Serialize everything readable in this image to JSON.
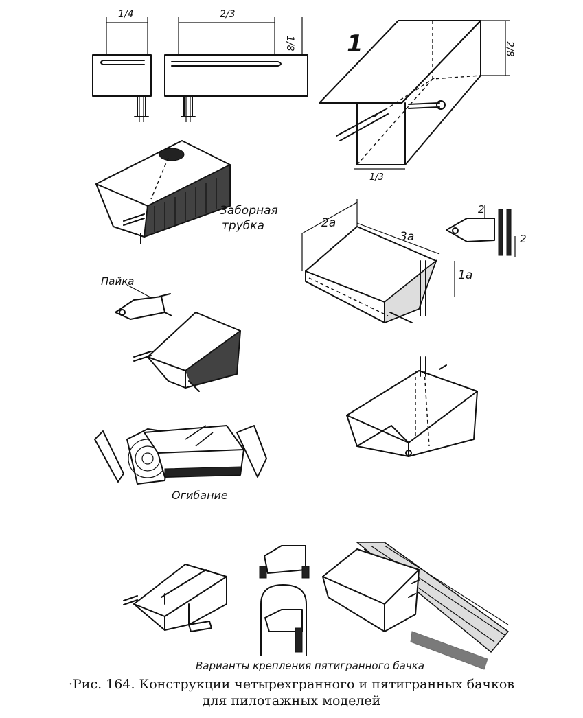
{
  "labels": {
    "dim_1_4": "1/4",
    "dim_2_3": "2/3",
    "dim_1_8_top": "1/8",
    "dim_2_8": "2/8",
    "dim_1_3": "1/3",
    "marker_1": "1",
    "intake_tube_line1": "Заборная",
    "intake_tube_line2": "трубка",
    "solder": "Пайка",
    "dim_2a": "2a",
    "dim_3a": "3a",
    "dim_1a": "1a",
    "dim_2_upper": "2",
    "dim_2_lower": "2",
    "bending": "Огибание",
    "mounting_variants": "Варианты крепления пятигранного бачка"
  },
  "caption": {
    "line1": "·Рис. 164. Конструкции четырехгранного и пятигранных бачков",
    "line2": "для пилотажных моделей"
  }
}
